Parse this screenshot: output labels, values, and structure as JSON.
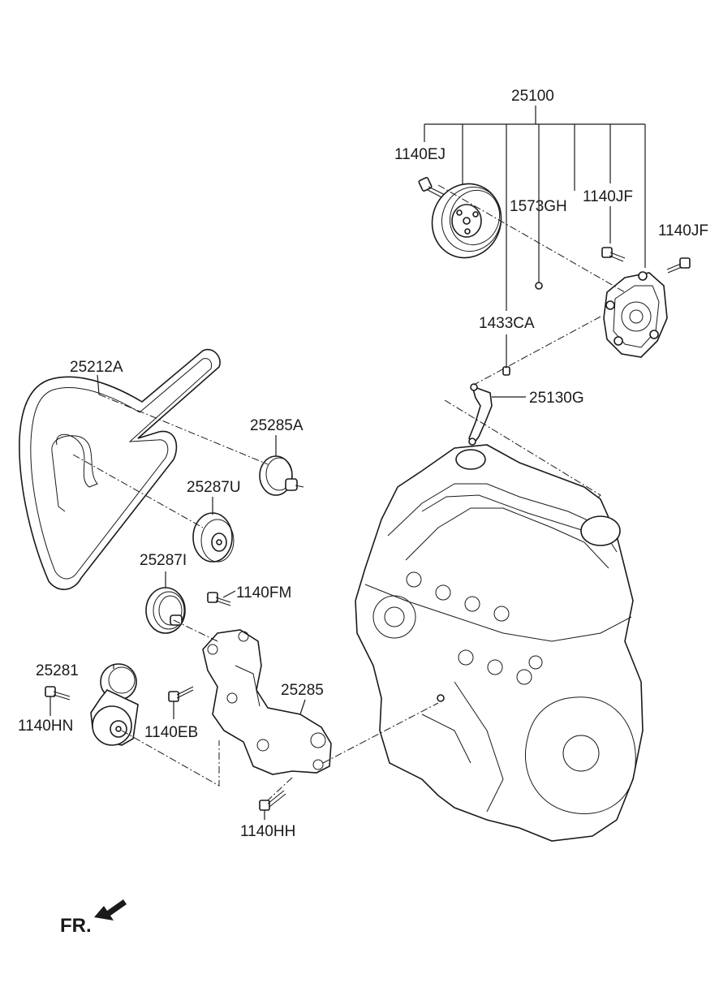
{
  "labels": {
    "water_pump_assembly": "25100",
    "bolt_ej": "1140EJ",
    "plug_gh": "1573GH",
    "bolt_jf_1": "1140JF",
    "bolt_jf_2": "1140JF",
    "dowel_ca": "1433CA",
    "gasket": "25130G",
    "drive_belt": "25212A",
    "idler_a": "25285A",
    "pulley_u": "25287U",
    "pulley_i": "25287I",
    "bolt_fm": "1140FM",
    "tensioner": "25281",
    "bolt_hn": "1140HN",
    "bolt_eb": "1140EB",
    "bracket": "25285",
    "bolt_hh": "1140HH",
    "front_marker": "FR."
  }
}
